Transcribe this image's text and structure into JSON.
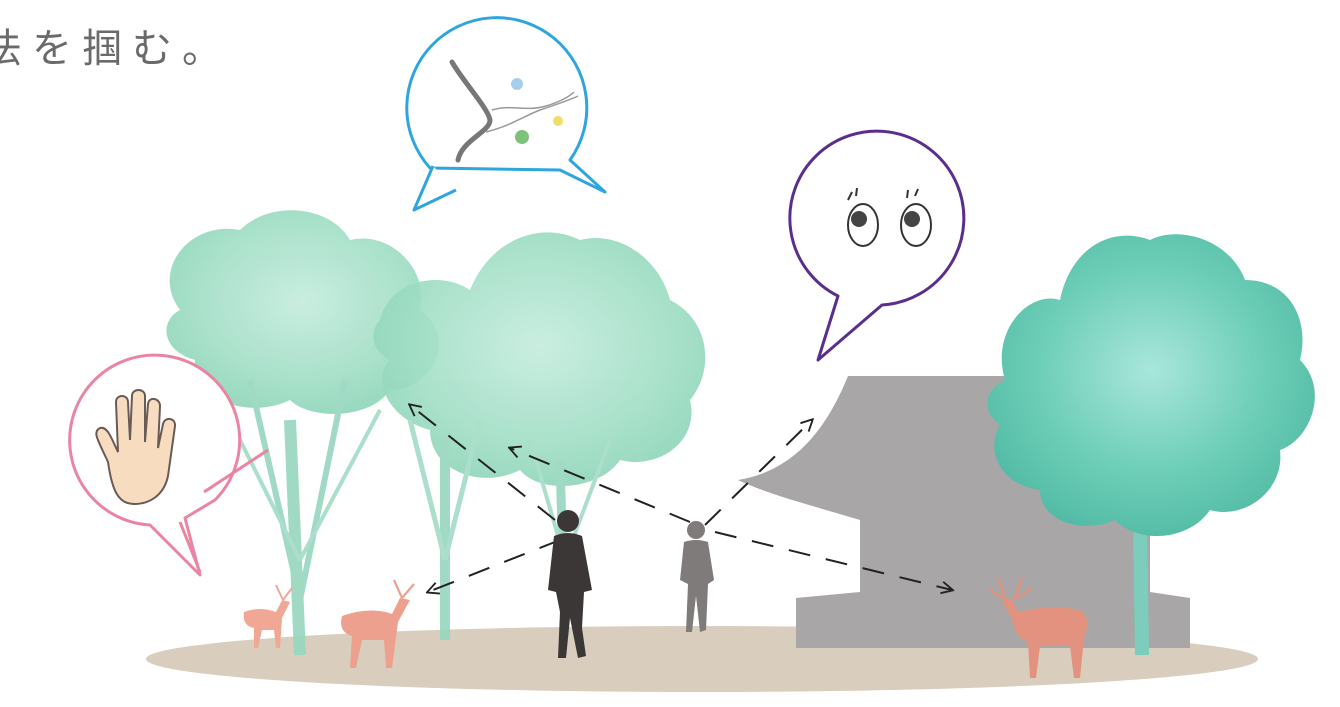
{
  "caption": "法を掴む。",
  "colors": {
    "ground": "#d8ccbc",
    "tree_green": "#9fdcc4",
    "tree_trunk": "#93d6be",
    "temple_gray": "#a7a5a6",
    "person_dark": "#3b3737",
    "person_light": "#807c7c",
    "deer": "#e49682",
    "bubble_touch": "#e985a2",
    "bubble_smell": "#2ea6dd",
    "bubble_sight": "#5a2e8c",
    "arrow": "#222222",
    "hand_fill": "#f8dcc0"
  },
  "bubbles": [
    {
      "sense": "touch",
      "icon": "hand-icon"
    },
    {
      "sense": "smell",
      "icon": "flower-path-icon"
    },
    {
      "sense": "sight",
      "icon": "eyes-icon"
    }
  ]
}
